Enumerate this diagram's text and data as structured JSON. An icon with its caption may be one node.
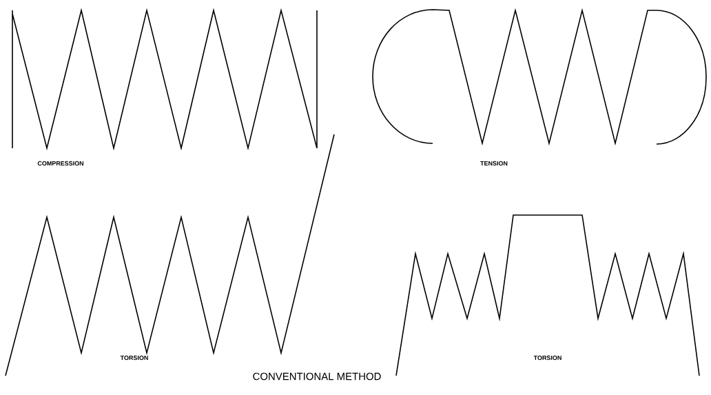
{
  "diagram": {
    "caption": "CONVENTIONAL METHOD",
    "labels": [
      "COMPRESSION",
      "TENSION",
      "TORSION",
      "TORSION"
    ]
  }
}
